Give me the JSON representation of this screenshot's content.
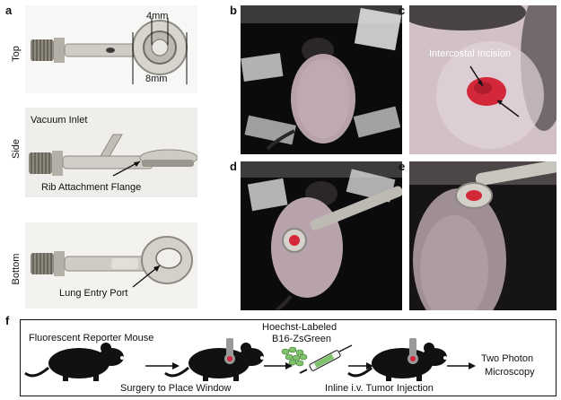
{
  "panel_a": {
    "letter": "a",
    "rows": [
      {
        "label": "Top",
        "annotations": [
          "4mm",
          "8mm"
        ]
      },
      {
        "label": "Side",
        "annotations": [
          "Vacuum Inlet",
          "Rib Attachment Flange"
        ]
      },
      {
        "label": "Bottom",
        "annotations": [
          "Lung Entry Port"
        ]
      }
    ]
  },
  "panel_b": {
    "letter": "b"
  },
  "panel_c": {
    "letter": "c",
    "annotation": "Intercostal Incision"
  },
  "panel_d": {
    "letter": "d"
  },
  "panel_e": {
    "letter": "e"
  },
  "panel_f": {
    "letter": "f",
    "steps": {
      "reporter_mouse": "Fluorescent Reporter Mouse",
      "surgery": "Surgery to Place Window",
      "cells_line1": "Hoechst-Labeled",
      "cells_line2": "B16-ZsGreen",
      "injection": "Inline i.v. Tumor Injection",
      "imaging_line1": "Two Photon",
      "imaging_line2": "Microscopy"
    }
  },
  "colors": {
    "black_bg": "#0b0b0d",
    "mouse_skin": "#b9a3ab",
    "metal": "#c9c6c0",
    "red_window": "#d2283a",
    "green_cells": "#7fc46b"
  }
}
